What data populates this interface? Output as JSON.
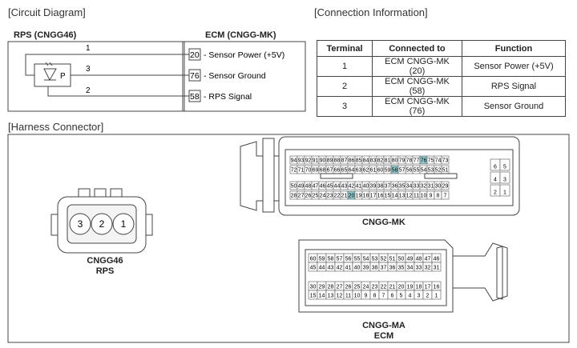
{
  "sections": {
    "circuit": "[Circuit Diagram]",
    "connection": "[Connection Information]",
    "harness": "[Harness Connector]"
  },
  "circuit": {
    "rps_title": "RPS (CNGG46)",
    "ecm_title": "ECM (CNGG-MK)",
    "sensor_letter": "P",
    "pins": [
      {
        "rps_pin": "1",
        "ecm_pin": "20",
        "label": "Sensor Power (+5V)"
      },
      {
        "rps_pin": "3",
        "ecm_pin": "76",
        "label": "Sensor Ground"
      },
      {
        "rps_pin": "2",
        "ecm_pin": "58",
        "label": "RPS Signal"
      }
    ]
  },
  "table": {
    "headers": [
      "Terminal",
      "Connected to",
      "Function"
    ],
    "rows": [
      [
        "1",
        "ECM CNGG-MK (20)",
        "Sensor Power (+5V)"
      ],
      [
        "2",
        "ECM CNGG-MK (58)",
        "RPS Signal"
      ],
      [
        "3",
        "ECM CNGG-MK (76)",
        "Sensor Ground"
      ]
    ]
  },
  "rps_connector": {
    "pins": [
      "3",
      "2",
      "1"
    ],
    "name": "CNGG46",
    "label": "RPS"
  },
  "mk_connector": {
    "name": "CNGG-MK",
    "row1": [
      "94",
      "93",
      "92",
      "91",
      "90",
      "89",
      "88",
      "87",
      "86",
      "85",
      "84",
      "83",
      "82",
      "81",
      "80",
      "79",
      "78",
      "77",
      "76",
      "75",
      "74",
      "73"
    ],
    "row2": [
      "72",
      "71",
      "70",
      "69",
      "68",
      "67",
      "66",
      "65",
      "64",
      "63",
      "62",
      "61",
      "60",
      "59",
      "58",
      "57",
      "56",
      "55",
      "54",
      "53",
      "52",
      "51"
    ],
    "row3": [
      "50",
      "49",
      "48",
      "47",
      "46",
      "45",
      "44",
      "43",
      "42",
      "41",
      "40",
      "39",
      "38",
      "37",
      "36",
      "35",
      "34",
      "33",
      "32",
      "31",
      "30",
      "29"
    ],
    "row4": [
      "28",
      "27",
      "26",
      "25",
      "24",
      "23",
      "22",
      "21",
      "20",
      "19",
      "18",
      "17",
      "16",
      "15",
      "14",
      "13",
      "12",
      "11",
      "10",
      "9",
      "8",
      "7"
    ],
    "side": [
      [
        "6",
        "5"
      ],
      [
        "4",
        "3"
      ],
      [
        "2",
        "1"
      ]
    ],
    "highlighted": [
      "76",
      "58",
      "20"
    ],
    "highlight_color": "#8fc8cc"
  },
  "ma_connector": {
    "name": "CNGG-MA",
    "label": "ECM",
    "row1": [
      "60",
      "59",
      "58",
      "57",
      "56",
      "55",
      "54",
      "53",
      "52",
      "51",
      "50",
      "49",
      "48",
      "47",
      "46"
    ],
    "row2": [
      "45",
      "44",
      "43",
      "42",
      "41",
      "40",
      "39",
      "38",
      "37",
      "36",
      "35",
      "34",
      "33",
      "32",
      "31"
    ],
    "row3": [
      "30",
      "29",
      "28",
      "27",
      "26",
      "25",
      "24",
      "23",
      "22",
      "21",
      "20",
      "19",
      "18",
      "17",
      "16"
    ],
    "row4": [
      "15",
      "14",
      "13",
      "12",
      "11",
      "10",
      "9",
      "8",
      "7",
      "6",
      "5",
      "4",
      "3",
      "2",
      "1"
    ]
  }
}
